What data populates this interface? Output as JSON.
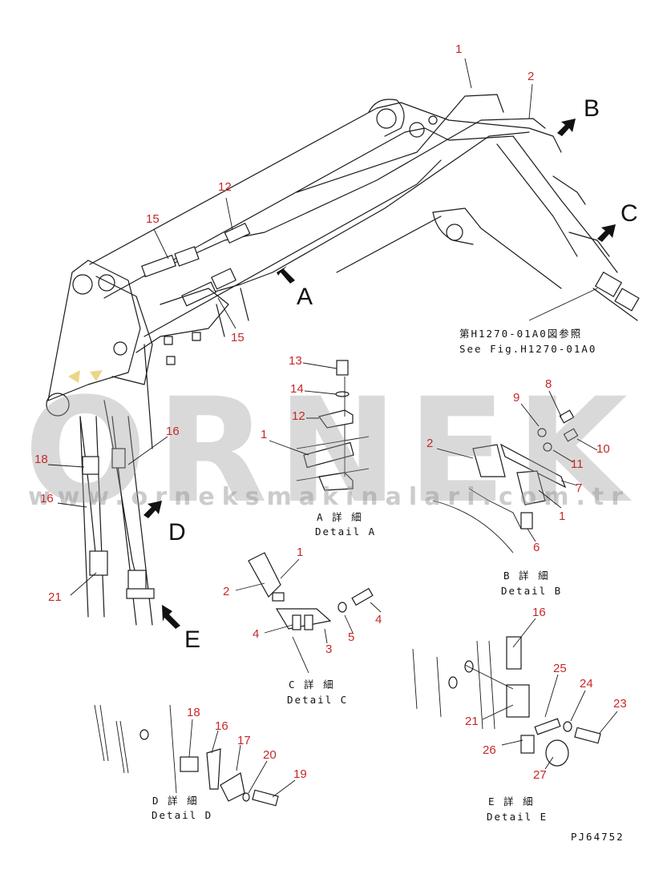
{
  "part_numbers": [
    "1",
    "2",
    "12",
    "15",
    "15",
    "16",
    "18",
    "16",
    "21",
    "13",
    "14",
    "12",
    "1",
    "9",
    "8",
    "2",
    "10",
    "11",
    "7",
    "1",
    "6",
    "1",
    "2",
    "4",
    "4",
    "5",
    "3",
    "16",
    "25",
    "24",
    "23",
    "21",
    "26",
    "27",
    "18",
    "16",
    "17",
    "20",
    "19"
  ],
  "view_letters": [
    "A",
    "B",
    "C",
    "D",
    "E"
  ],
  "details": {
    "a": {
      "jp": "A 詳 細",
      "en": "Detail A"
    },
    "b": {
      "jp": "B 詳 細",
      "en": "Detail B"
    },
    "c": {
      "jp": "C 詳 細",
      "en": "Detail C"
    },
    "d": {
      "jp": "D 詳 細",
      "en": "Detail D"
    },
    "e": {
      "jp": "E 詳 細",
      "en": "Detail E"
    }
  },
  "reference": {
    "jp": "第H1270-01A0図参照",
    "en": "See Fig.H1270-01A0"
  },
  "drawing_code": "PJ64752",
  "watermark": {
    "brand": "ORNEK",
    "site": "www.orneksmakinalari.com.tr"
  },
  "colors": {
    "number": "#c62828",
    "line": "#1a1a1a",
    "watermark": "#9a9a9a",
    "watermark_accent": "#e0b93a"
  }
}
